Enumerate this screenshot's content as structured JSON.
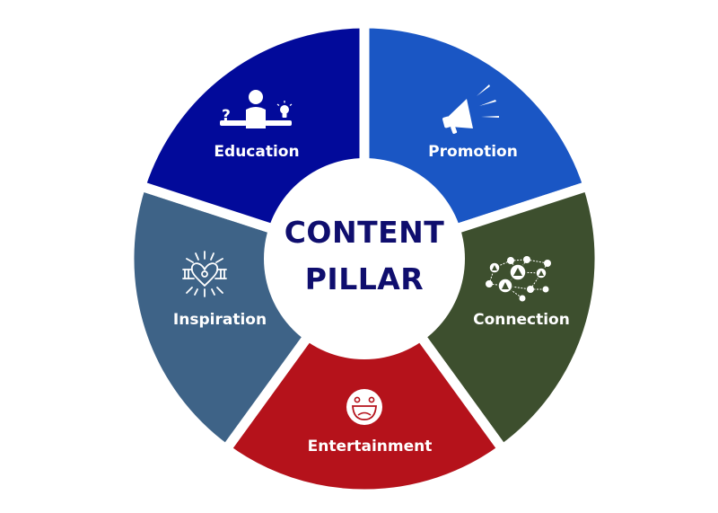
{
  "diagram": {
    "title_line1": "CONTENT",
    "title_line2": "PILLAR",
    "center_color": "#ffffff",
    "title_color": "#0f0e6e",
    "segments": [
      {
        "label": "Promotion",
        "icon": "megaphone-icon",
        "color": "#1a56c4"
      },
      {
        "label": "Connection",
        "icon": "network-icon",
        "color": "#3d4f2e"
      },
      {
        "label": "Entertainment",
        "icon": "laughing-face-icon",
        "color": "#b5121b"
      },
      {
        "label": "Inspiration",
        "icon": "heart-hands-icon",
        "color": "#3e6387"
      },
      {
        "label": "Education",
        "icon": "person-question-idea-icon",
        "color": "#020a9a"
      }
    ]
  }
}
